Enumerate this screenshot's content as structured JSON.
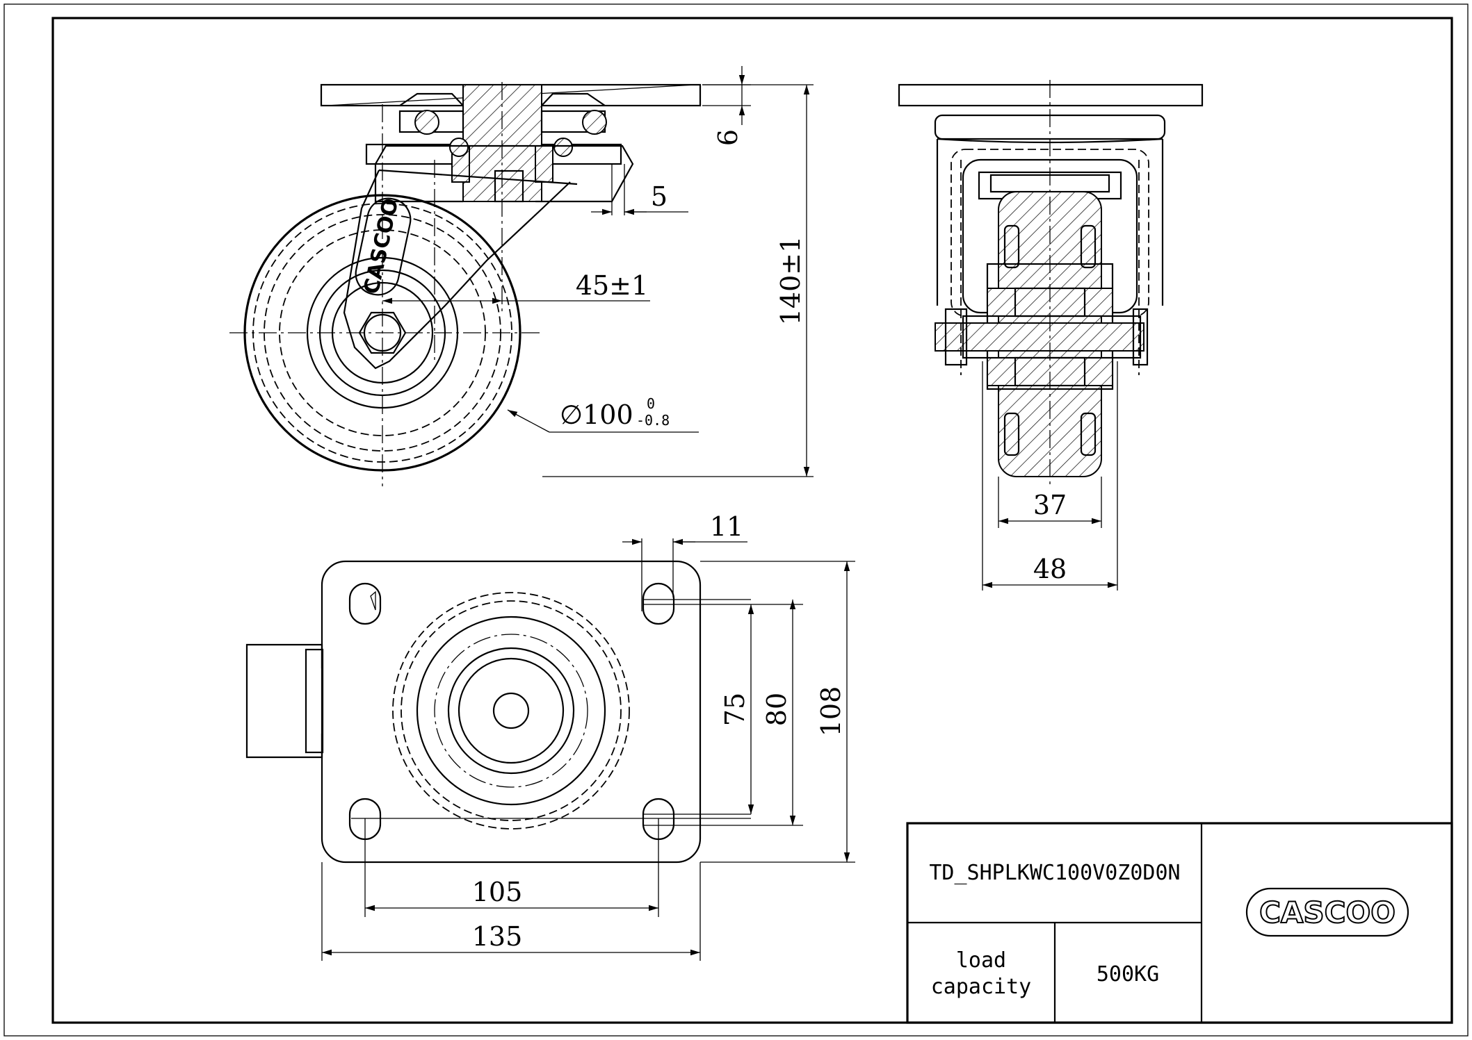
{
  "dimensions": {
    "plate_thickness": "6",
    "swivel_offset_top": "5",
    "swivel_lead": "45±1",
    "overall_height": "140±1",
    "wheel_diameter": "∅100",
    "wheel_tol_upper": "0",
    "wheel_tol_lower": "-0.8",
    "wheel_width": "37",
    "fork_width": "48",
    "hole_slot": "11",
    "hole_spacing_y1": "75",
    "hole_spacing_y2": "80",
    "plate_length": "108",
    "hole_spacing_x": "105",
    "plate_width": "135"
  },
  "wheel_logo_text": "CASCOO",
  "title_block": {
    "part_number": "TD_SHPLKWC100V0Z0D0N",
    "load_label_line1": "load",
    "load_label_line2": "capacity",
    "load_value": "500KG",
    "logo_text": "CASCOO"
  }
}
